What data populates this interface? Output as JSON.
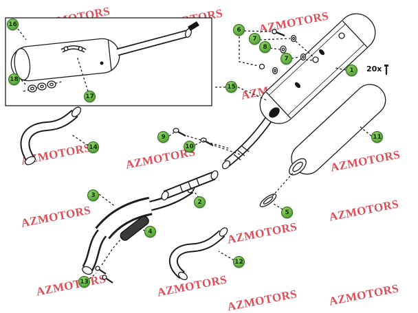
{
  "watermark": {
    "text": "AZMOTORS",
    "color": "#d93a45"
  },
  "quantity_note": {
    "label": "20x"
  },
  "callouts": [
    {
      "id": "16",
      "label": "16"
    },
    {
      "id": "18",
      "label": "18"
    },
    {
      "id": "17",
      "label": "17"
    },
    {
      "id": "15",
      "label": "15"
    },
    {
      "id": "6",
      "label": "6"
    },
    {
      "id": "7a",
      "label": "7"
    },
    {
      "id": "8",
      "label": "8"
    },
    {
      "id": "7b",
      "label": "7"
    },
    {
      "id": "1",
      "label": "1"
    },
    {
      "id": "9",
      "label": "9"
    },
    {
      "id": "10",
      "label": "10"
    },
    {
      "id": "14",
      "label": "14"
    },
    {
      "id": "11",
      "label": "11"
    },
    {
      "id": "3",
      "label": "3"
    },
    {
      "id": "2",
      "label": "2"
    },
    {
      "id": "4",
      "label": "4"
    },
    {
      "id": "5",
      "label": "5"
    },
    {
      "id": "13",
      "label": "13"
    },
    {
      "id": "12",
      "label": "12"
    }
  ]
}
